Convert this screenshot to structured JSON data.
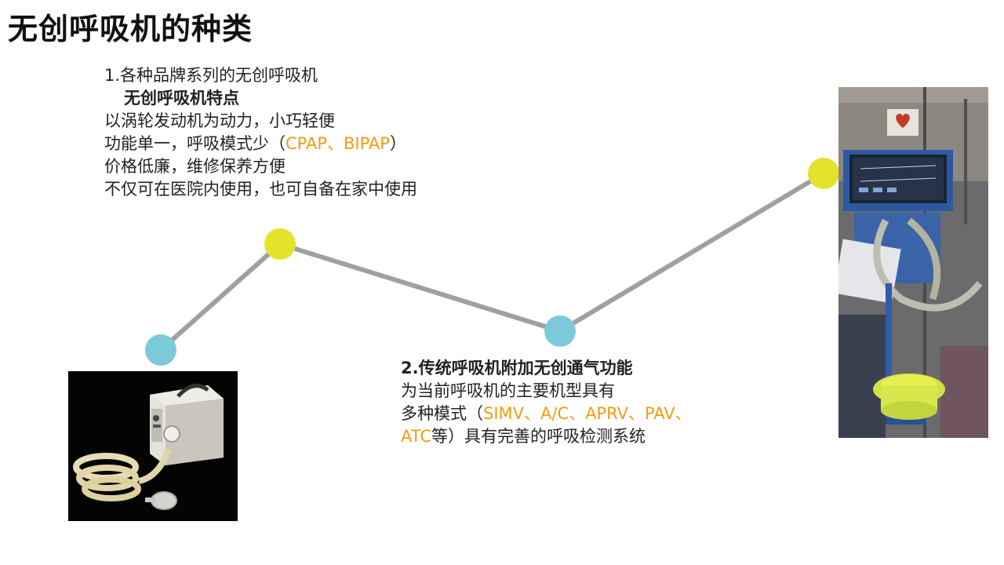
{
  "slide": {
    "title": "无创呼吸机的种类"
  },
  "section1": {
    "heading": "1.各种品牌系列的无创呼吸机",
    "subheading": "无创呼吸机特点",
    "lines": [
      "以涡轮发动机为动力，小巧轻便",
      "价格低廉，维修保养方便",
      "不仅可在医院内使用，也可自备在家中使用"
    ],
    "line2_prefix": "功能单一，呼吸模式少（",
    "line2_highlight": "CPAP、BIPAP",
    "line2_suffix": "）"
  },
  "section2": {
    "heading": "2.传统呼吸机附加无创通气功能",
    "line1": "为当前呼吸机的主要机型具有",
    "line2_prefix": "多种模式（",
    "line2_highlight": "SIMV、A/C、APRV、PAV、",
    "line3_highlight": "ATC",
    "line3_suffix": "等）具有完善的呼吸检测系统"
  },
  "colors": {
    "highlight": "#f39c12",
    "dot_blue": "#7ccad9",
    "dot_yellow": "#e3e22c",
    "connector": "#a0a0a0"
  },
  "images": {
    "left": "portable-noninvasive-ventilator-photo",
    "right": "icu-ventilator-photo"
  }
}
